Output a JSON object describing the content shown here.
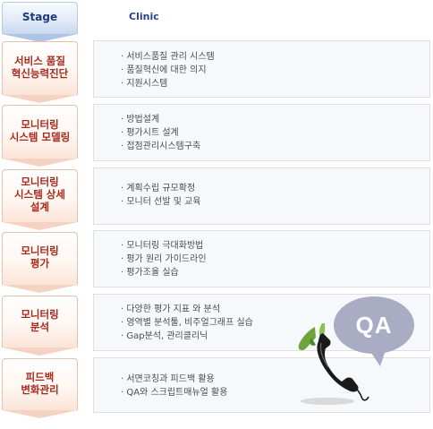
{
  "header": {
    "stage_label": "Stage",
    "detail_label": "Clinic"
  },
  "stages": [
    {
      "label": "서비스 품질\n혁신능력진단",
      "items": [
        "서비스품질 관리 시스템",
        "품질혁신에 대한 의지",
        "지원시스템"
      ]
    },
    {
      "label": "모니터링\n시스템 모델링",
      "items": [
        "방법설계",
        "평가시트 설계",
        "접점관리시스템구축"
      ]
    },
    {
      "label": "모니터링\n시스템 상세\n설계",
      "items": [
        "계획수립 규모확정",
        "모니터 선발 및 교육"
      ]
    },
    {
      "label": "모니터링\n평가",
      "items": [
        "모니터링 극대화방법",
        "평가 원리 가이드라인",
        "평가조율 실습"
      ]
    },
    {
      "label": "모니터링\n분석",
      "items": [
        "다양한 평가 지표 와 분석",
        "영역별 분석툴, 비주얼그래프 실습",
        "Gap분석, 관리클리닉"
      ]
    },
    {
      "label": "피드백\n변화관리",
      "items": [
        "서면코칭과 피드백 활용",
        "QA와 스크립트매뉴얼 활용"
      ]
    }
  ],
  "badge": {
    "text": "QA",
    "icon": "telephone-icon"
  },
  "colors": {
    "stage_text": "#a72a1c",
    "header_text": "#203a7c",
    "clinic_text": "#2c3f8c",
    "bubble": "#aaacc3"
  }
}
